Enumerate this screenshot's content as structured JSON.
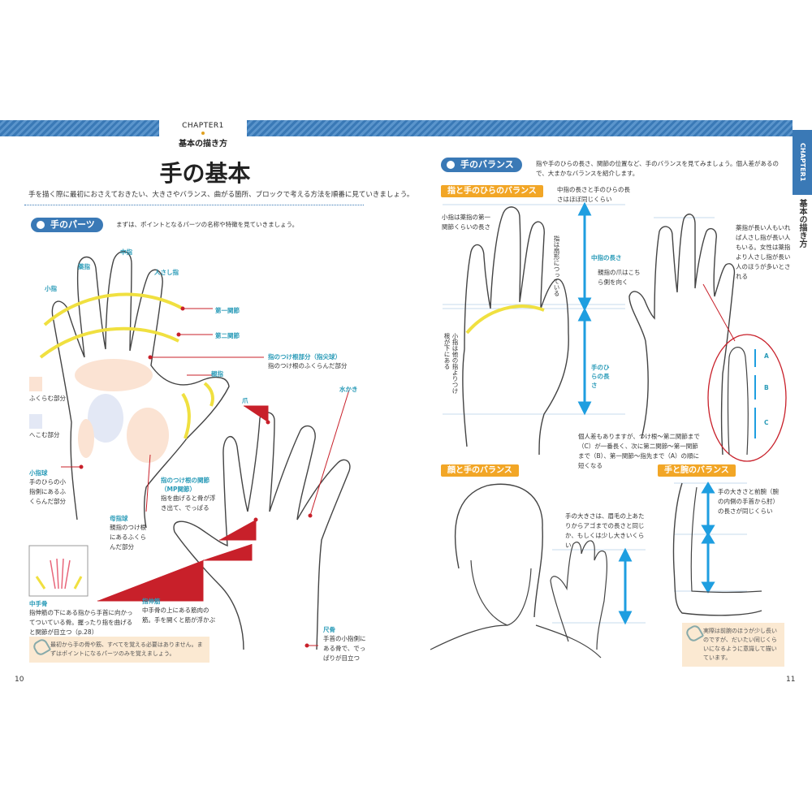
{
  "header": {
    "chapter": "CHAPTER1",
    "chapter_subtitle": "基本の描き方",
    "title": "手の基本",
    "intro": "手を描く際に最初におさえておきたい、大きさやバランス、曲がる箇所、ブロックで考える方法を順番に見ていきましょう。"
  },
  "left": {
    "section_pill": "手のパーツ",
    "section_desc": "まずは、ポイントとなるパーツの名称や特徴を見ていきましょう。",
    "finger_names": {
      "middle": "中指",
      "ring": "薬指",
      "index": "人さし指",
      "pinky": "小指",
      "thumb": "親指"
    },
    "joint_labels": {
      "first": "第一関節",
      "second": "第二関節"
    },
    "fingertip_pad": {
      "title": "指のつけ根部分（指尖球）",
      "desc": "指のつけ根のふくらんだ部分"
    },
    "legend": {
      "bulge": "ふくらむ部分",
      "hollow": "へこむ部分"
    },
    "nail": "爪",
    "web": "水かき",
    "hypothenar": {
      "title": "小指球",
      "desc": "手のひらの小指側にあるふくらんだ部分"
    },
    "thenar": {
      "title": "母指球",
      "desc": "親指のつけ根にあるふくらんだ部分"
    },
    "mp_joint": {
      "title": "指のつけ根の関節",
      "subtitle": "（MP関節）",
      "desc": "指を曲げると骨が浮き出て、でっぱる"
    },
    "metacarpal": {
      "title": "中手骨",
      "desc": "指伸筋の下にある指から手首に向かってついている骨。握ったり指を曲げると関節が目立つ（p.28）"
    },
    "extensor": {
      "title": "指伸筋",
      "desc": "中手骨の上にある筋肉の筋。手を開くと筋が浮かぶ"
    },
    "ulna": {
      "title": "尺骨",
      "desc": "手首の小指側にある骨で、でっぱりが目立つ"
    },
    "tip": "最初から手の骨や筋、すべてを覚える必要はありません。まずはポイントになるパーツのみを覚えましょう。",
    "page_number": "10"
  },
  "right": {
    "section_pill": "手のバランス",
    "section_desc": "指や手のひらの長さ、関節の位置など、手のバランスを見てみましょう。個人差があるので、大まかなバランスを紹介します。",
    "tag_finger_palm": "指と手のひらのバランス",
    "middle_vs_palm": "中指の長さと手のひらの長さはほぼ同じくらい",
    "pinky_note": "小指は薬指の第一関節くらいの長さ",
    "fingers_curve": "指は扇形につっている",
    "pinky_base": "小指は他の指よりつけ根が下にある",
    "middle_length": "中指の長さ",
    "palm_length": "手のひらの長さ",
    "thumb_nail": "親指の爪はこちら側を向く",
    "ring_note": "薬指が長い人もいれば人さし指が長い人もいる。女性は薬指より人さし指が長い人のほうが多いとされる",
    "segment_labels": [
      "A",
      "B",
      "C"
    ],
    "segment_note": "個人差もありますが、つけ根〜第二関節まで（C）が一番長く、次に第二関節〜第一関節まで（B）、第一関節〜指先まで（A）の順に短くなる",
    "tag_face_hand": "顔と手のバランス",
    "face_note": "手の大きさは、眉毛の上あたりからアゴまでの長さと同じか、もしくは少し大きいくらい",
    "tag_hand_arm": "手と腕のバランス",
    "arm_note": "手の大きさと前腕（腕の内側の手首から肘）の長さが同じくらい",
    "tip": "実際は前腕のほうが少し長いのですが、だいたい同じくらいになるように意識して描いています。",
    "side_tab": "CHAPTER1",
    "side_text": "基本の描き方",
    "page_number": "11"
  },
  "colors": {
    "accent_blue": "#3a79b6",
    "orange": "#f2a626",
    "cyan": "#2a9bb8",
    "arrow_blue": "#1e9ee0",
    "marker_red": "#c8202a",
    "joint_yellow": "#f0e040"
  }
}
